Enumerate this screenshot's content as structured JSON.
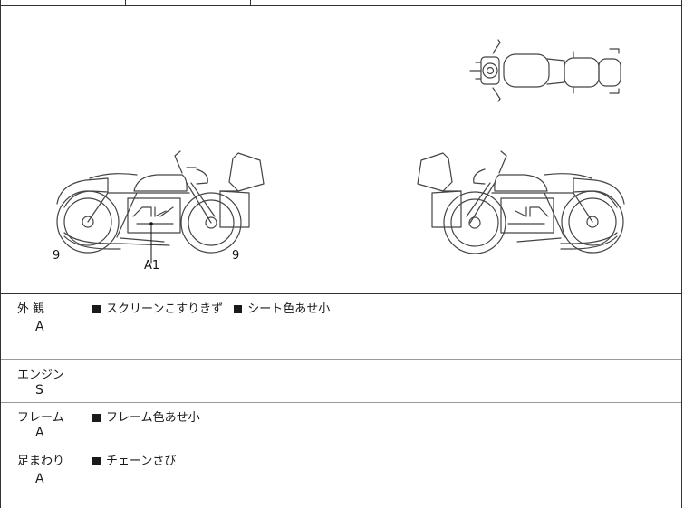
{
  "diagram": {
    "labels": {
      "front_wheel": "9",
      "engine": "A1",
      "rear_wheel": "9"
    }
  },
  "sections": [
    {
      "label": "外 観",
      "grade": "A",
      "notes": [
        "スクリーンこすりきず",
        "シート色あせ小"
      ]
    },
    {
      "label": "エンジン",
      "grade": "S",
      "notes": []
    },
    {
      "label": "フレーム",
      "grade": "A",
      "notes": [
        "フレーム色あせ小"
      ]
    },
    {
      "label": "足まわり",
      "grade": "A",
      "notes": [
        "チェーンさび"
      ]
    }
  ]
}
